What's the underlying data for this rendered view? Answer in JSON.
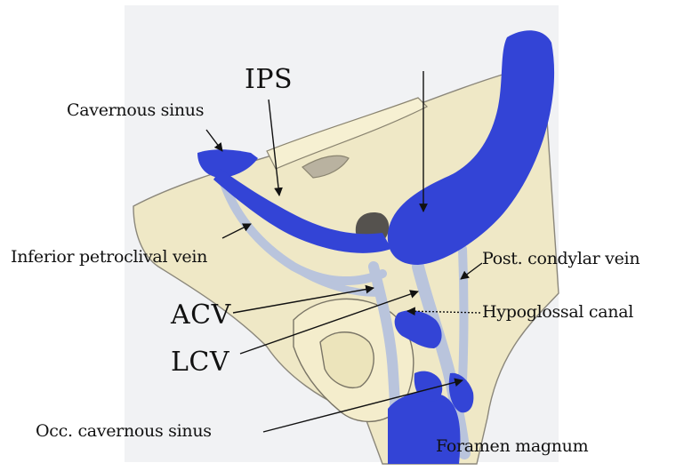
{
  "labels": {
    "cavernous_sinus": "Cavernous sinus",
    "ips": "IPS",
    "inferior_petroclival_vein": "Inferior petroclival vein",
    "post_condylar_vein": "Post. condylar vein",
    "acv": "ACV",
    "hypoglossal_canal": "Hypoglossal canal",
    "lcv": "LCV",
    "occ_cavernous_sinus": "Occ. cavernous sinus",
    "foramen_magnum": "Foramen magnum"
  },
  "colors": {
    "venous_blue": "#3344d6",
    "pale_vein": "#b9c4dc",
    "bone_yellow": "#efe7bf",
    "background_paper": "#f1f2f4",
    "outline": "#7a7566",
    "dark_knob": "#55524e",
    "arrow": "#111111"
  }
}
